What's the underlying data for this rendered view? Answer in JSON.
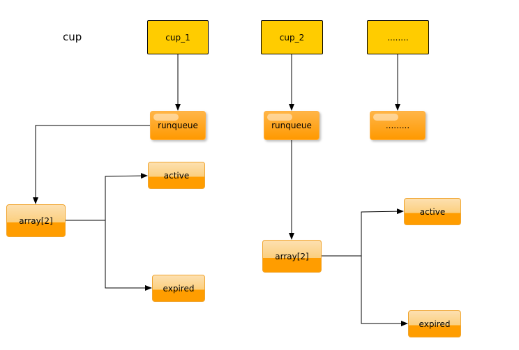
{
  "title": "cup",
  "cpus": [
    {
      "label": "cup_1"
    },
    {
      "label": "cup_2"
    },
    {
      "label": "........"
    }
  ],
  "runqueues": [
    {
      "label": "runqueue"
    },
    {
      "label": "runqueue"
    },
    {
      "label": "........."
    }
  ],
  "arrays": [
    {
      "label": "array[2]",
      "children": [
        {
          "label": "active"
        },
        {
          "label": "expired"
        }
      ]
    },
    {
      "label": "array[2]",
      "children": [
        {
          "label": "active"
        },
        {
          "label": "expired"
        }
      ]
    }
  ],
  "colors": {
    "cpu": "#ffcc00",
    "queue": "#ff9900",
    "edge": "#000000"
  }
}
